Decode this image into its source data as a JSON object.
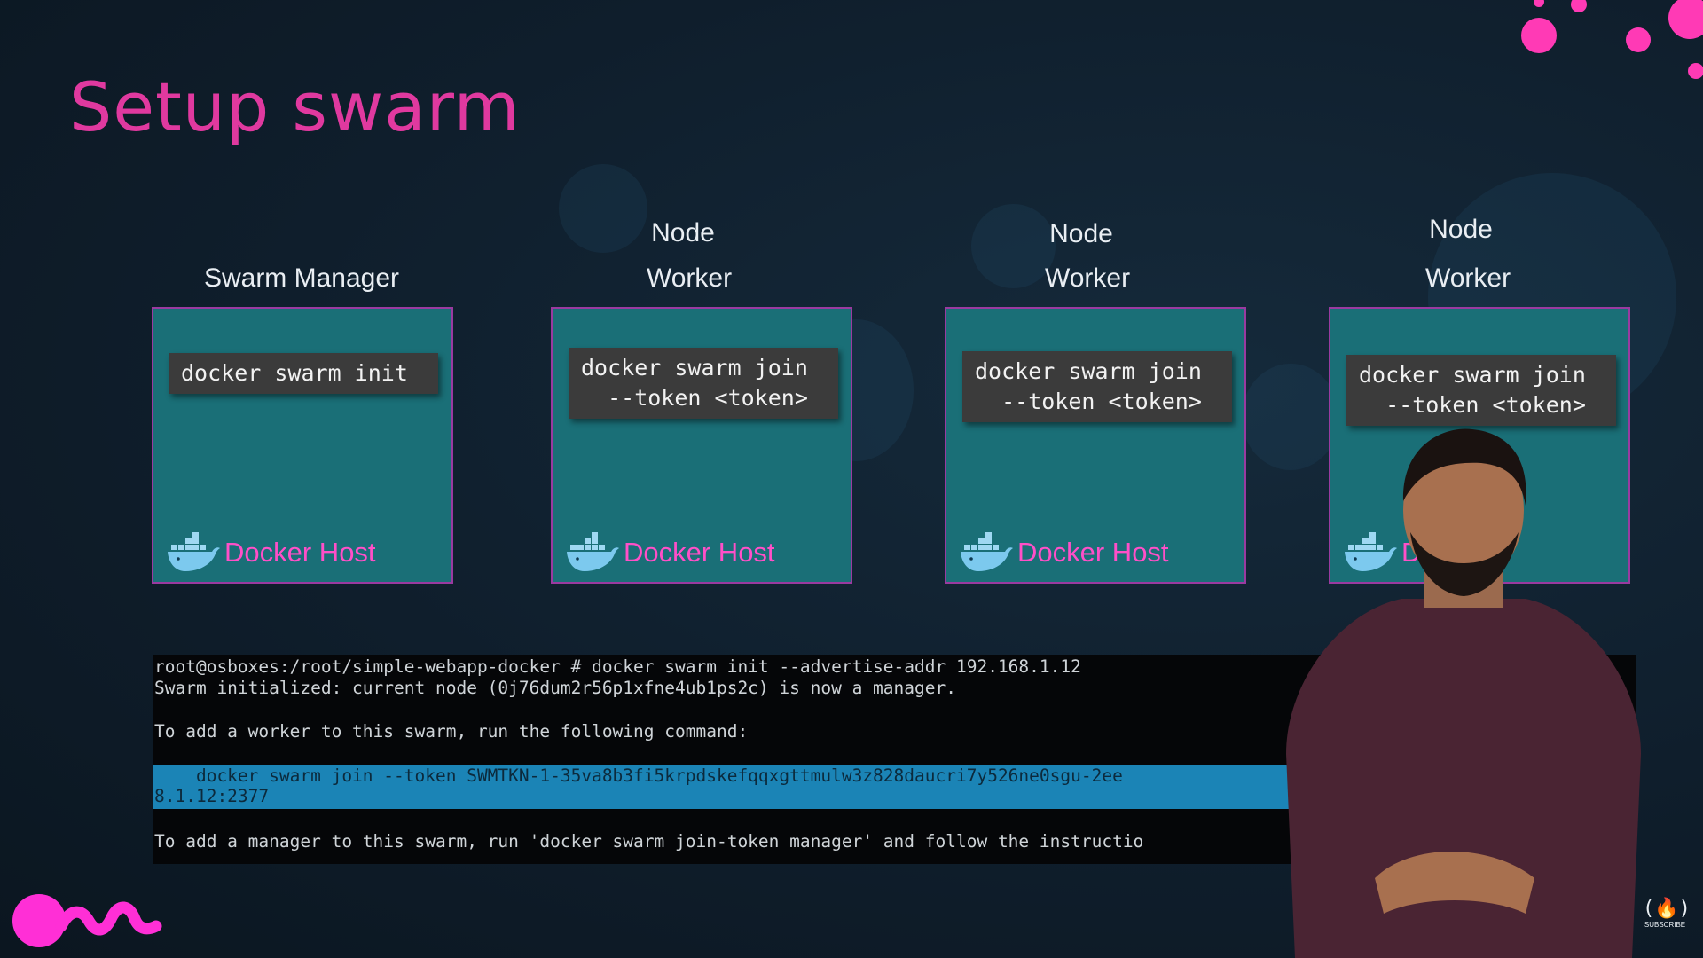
{
  "slide": {
    "title": "Setup swarm"
  },
  "hosts": [
    {
      "label_line1": "",
      "label_line2": "Swarm Manager",
      "command": "docker swarm init",
      "footer": "Docker Host"
    },
    {
      "label_line1": "Node",
      "label_line2": "Worker",
      "command": "docker swarm join\n  --token <token>",
      "footer": "Docker Host"
    },
    {
      "label_line1": "Node",
      "label_line2": "Worker",
      "command": "docker swarm join\n  --token <token>",
      "footer": "Docker Host"
    },
    {
      "label_line1": "Node",
      "label_line2": "Worker",
      "command": "docker swarm join\n  --token <token>",
      "footer": "Do"
    }
  ],
  "terminal": {
    "line1": "root@osboxes:/root/simple-webapp-docker # docker swarm init --advertise-addr 192.168.1.12",
    "line2": "Swarm initialized: current node (0j76dum2r56p1xfne4ub1ps2c) is now a manager.",
    "line3": "To add a worker to this swarm, run the following command:",
    "line4": "    docker swarm join --token SWMTKN-1-35va8b3fi5krpdskefqqxgttmulw3z828daucri7y526ne0sgu-2ee",
    "line5": "8.1.12:2377",
    "line6": "To add a manager to this swarm, run 'docker swarm join-token manager' and follow the instructio"
  },
  "icons": {
    "docker": "docker-whale-icon",
    "brand": "brand-wave-logo",
    "channel": "freecodecamp-logo-icon"
  },
  "corner": {
    "subscribe": "SUBSCRIBE"
  },
  "colors": {
    "title": "#e0399f",
    "host_fill": "#1a6f77",
    "host_border": "#9a3aa0",
    "docker_host_text": "#ff4fc8",
    "terminal_bg": "#050608",
    "terminal_highlight": "#1b84b6"
  }
}
